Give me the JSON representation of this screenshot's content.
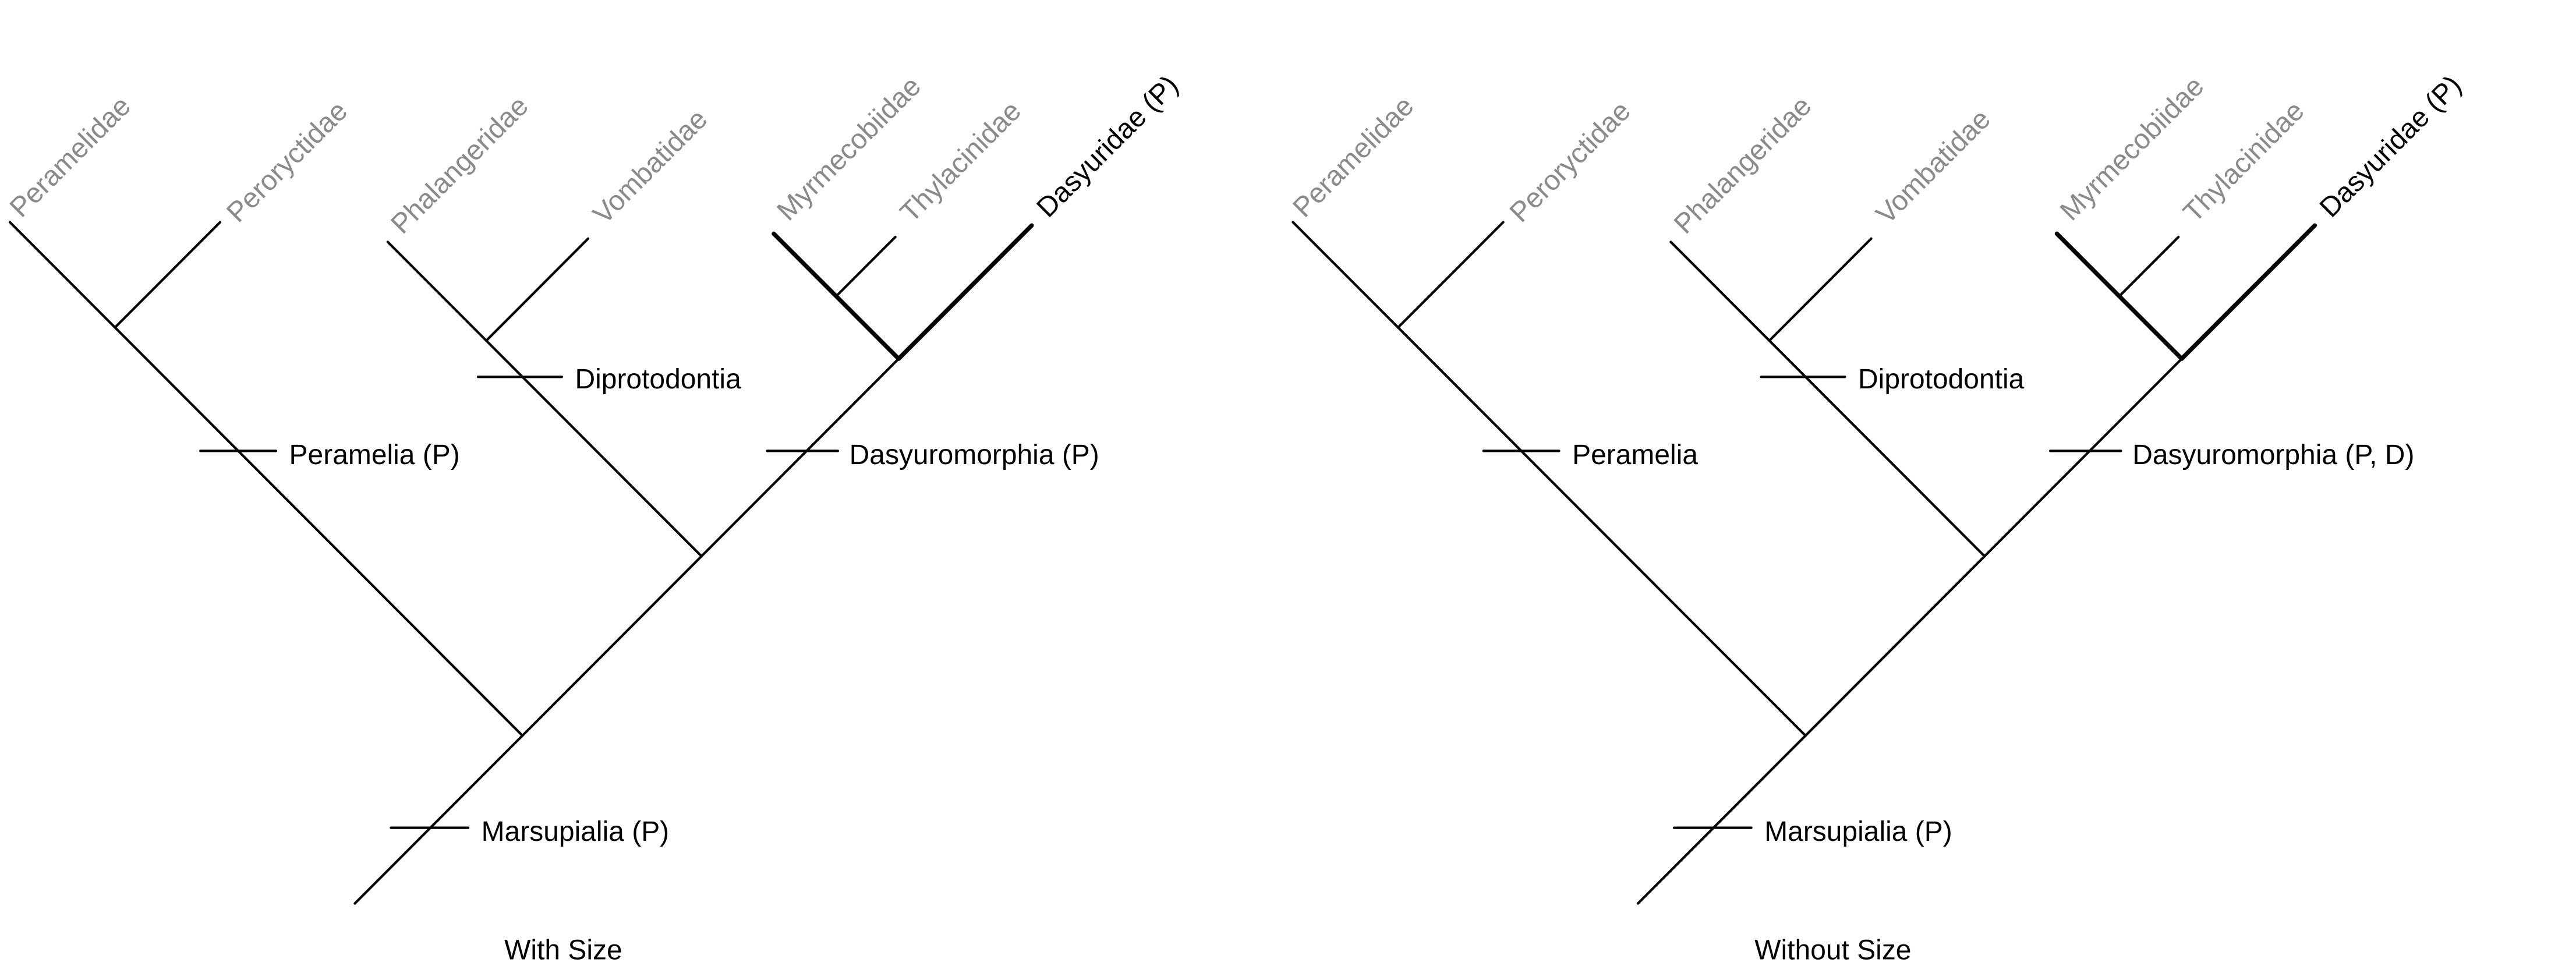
{
  "colors": {
    "line": "#000000",
    "faded_label": "#8a8a8a",
    "label": "#000000",
    "background": "#ffffff"
  },
  "panels": [
    {
      "caption": "With Size",
      "taxa": [
        {
          "label": "Peramelidae",
          "highlight": false
        },
        {
          "label": "Peroryctidae",
          "highlight": false
        },
        {
          "label": "Phalangeridae",
          "highlight": false
        },
        {
          "label": "Vombatidae",
          "highlight": false
        },
        {
          "label": "Myrmecobiidae",
          "highlight": false
        },
        {
          "label": "Thylacinidae",
          "highlight": false
        },
        {
          "label": "Dasyuridae (P)",
          "highlight": true
        }
      ],
      "clades": {
        "diprotodontia": "Diprotodontia",
        "peramelia": "Peramelia (P)",
        "dasyuromorphia": "Dasyuromorphia (P)",
        "marsupialia": "Marsupialia (P)"
      }
    },
    {
      "caption": "Without Size",
      "taxa": [
        {
          "label": "Peramelidae",
          "highlight": false
        },
        {
          "label": "Peroryctidae",
          "highlight": false
        },
        {
          "label": "Phalangeridae",
          "highlight": false
        },
        {
          "label": "Vombatidae",
          "highlight": false
        },
        {
          "label": "Myrmecobiidae",
          "highlight": false
        },
        {
          "label": "Thylacinidae",
          "highlight": false
        },
        {
          "label": "Dasyuridae (P)",
          "highlight": true
        }
      ],
      "clades": {
        "diprotodontia": "Diprotodontia",
        "peramelia": "Peramelia",
        "dasyuromorphia": "Dasyuromorphia (P, D)",
        "marsupialia": "Marsupialia (P)"
      }
    }
  ]
}
